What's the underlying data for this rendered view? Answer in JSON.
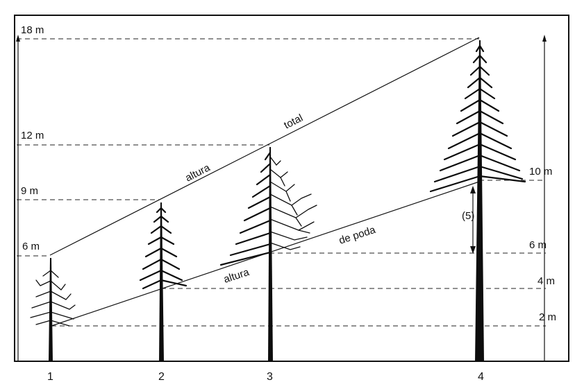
{
  "height_labels": {
    "left": {
      "h18": "18 m",
      "h12": "12 m",
      "h9": "9 m",
      "h6": "6 m"
    },
    "right": {
      "h10": "10 m",
      "h6": "6 m",
      "h4": "4 m",
      "h2": "2 m"
    }
  },
  "curve_labels": {
    "total_word1": "altura",
    "total_word2": "total",
    "pruning_word1": "altura",
    "pruning_word2": "de poda",
    "interval": "(5)"
  },
  "trees": [
    "1",
    "2",
    "3",
    "4"
  ],
  "diagram": {
    "stages": [
      {
        "tree": "1",
        "total_height_m": 6,
        "pruning_height_m": 2
      },
      {
        "tree": "2",
        "total_height_m": 9,
        "pruning_height_m": 4
      },
      {
        "tree": "3",
        "total_height_m": 12,
        "pruning_height_m": 6
      },
      {
        "tree": "4",
        "total_height_m": 18,
        "pruning_height_m": 10
      }
    ]
  }
}
